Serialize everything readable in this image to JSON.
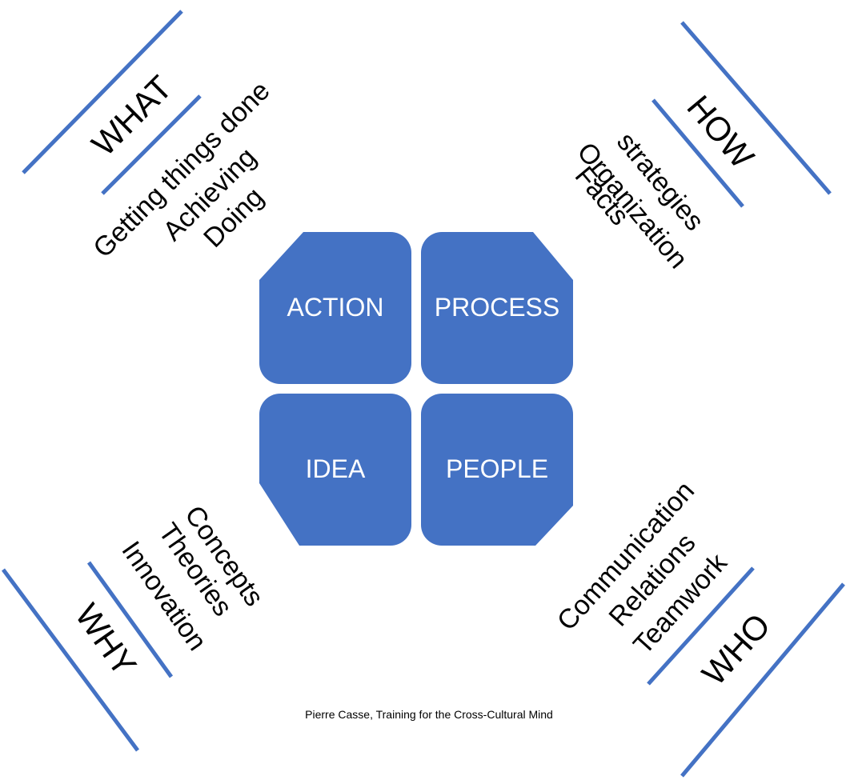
{
  "colors": {
    "accent": "#4472c4",
    "quad_text": "#ffffff",
    "text": "#000000"
  },
  "quadrants": {
    "action": "ACTION",
    "process": "PROCESS",
    "idea": "IDEA",
    "people": "PEOPLE"
  },
  "corners": {
    "what": {
      "heading": "WHAT",
      "items": [
        "Getting things done",
        "Achieving",
        "Doing"
      ]
    },
    "how": {
      "heading": "HOW",
      "items": [
        "strategies",
        "Organization",
        "Facts"
      ]
    },
    "why": {
      "heading": "WHY",
      "items": [
        "Concepts",
        "Theories",
        "Innovation"
      ]
    },
    "who": {
      "heading": "WHO",
      "items": [
        "Communication",
        "Relations",
        "Teamwork"
      ]
    }
  },
  "credit": "Pierre Casse, Training for the Cross-Cultural Mind"
}
